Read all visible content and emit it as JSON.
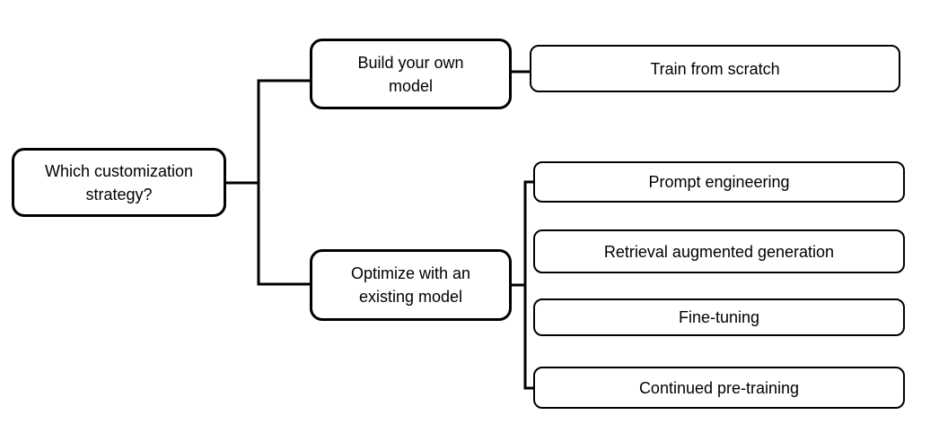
{
  "diagram": {
    "title": "Which customization strategy?",
    "type": "decision-tree",
    "root": {
      "label": "Which customization strategy?"
    },
    "branches": [
      {
        "label": "Build your own model",
        "children": [
          {
            "label": "Train from scratch"
          }
        ]
      },
      {
        "label": "Optimize with an existing model",
        "children": [
          {
            "label": "Prompt engineering"
          },
          {
            "label": "Retrieval augmented generation"
          },
          {
            "label": "Fine-tuning"
          },
          {
            "label": "Continued pre-training"
          }
        ]
      }
    ],
    "colors": {
      "stroke": "#000000",
      "background": "#ffffff",
      "text": "#000000"
    }
  }
}
